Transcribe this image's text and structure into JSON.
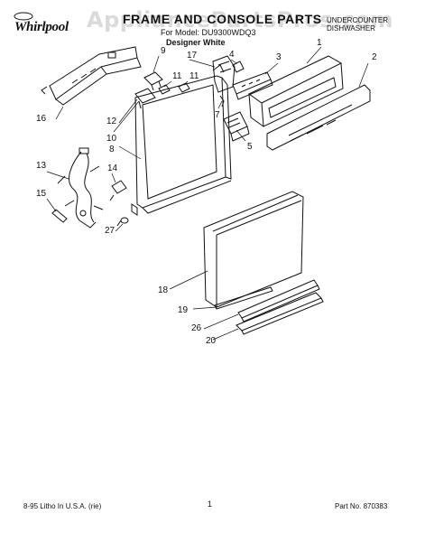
{
  "header": {
    "brand": "Whirlpool",
    "watermark": "AppliancePartsPros.com",
    "title": "FRAME AND CONSOLE PARTS",
    "model_line": "For Model: DU9300WDQ3",
    "designer_line": "Designer White",
    "type_line1": "UNDERCOUNTER",
    "type_line2": "DISHWASHER"
  },
  "callouts": {
    "c1": "1",
    "c2": "2",
    "c3": "3",
    "c4": "4",
    "c5": "5",
    "c7": "7",
    "c8": "8",
    "c9": "9",
    "c10": "10",
    "c11a": "11",
    "c11b": "11",
    "c12": "12",
    "c13": "13",
    "c14": "14",
    "c15": "15",
    "c16": "16",
    "c17": "17",
    "c18": "18",
    "c19": "19",
    "c20": "20",
    "c26": "26",
    "c27": "27"
  },
  "footer": {
    "left": "8-95 Litho In U.S.A. (rie)",
    "center": "1",
    "right": "Part No. 870383"
  }
}
